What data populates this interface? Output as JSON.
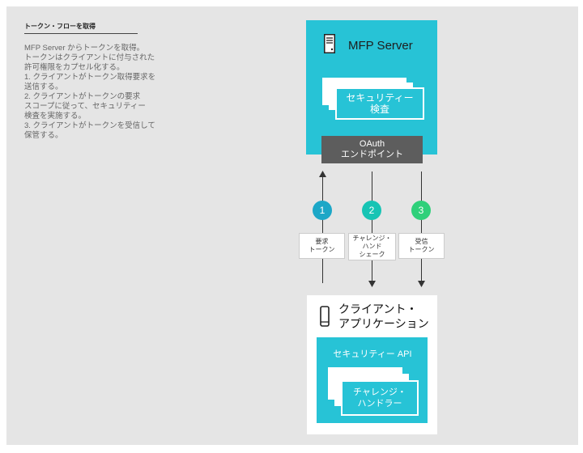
{
  "title": "トークン・フローを取得",
  "description": [
    "MFP Server からトークンを取得。",
    "トークンはクライアントに付与された",
    "許可権限をカプセル化する。",
    "1. クライアントがトークン取得要求を",
    "送信する。",
    "2. クライアントがトークンの要求",
    "スコープに従って、セキュリティー",
    "検査を実施する。",
    "3. クライアントがトークンを受信して",
    "保管する。"
  ],
  "server": {
    "label": "MFP Server",
    "icon": "server-icon",
    "security_check": [
      "セキュリティー",
      "検査"
    ],
    "endpoint": [
      "OAuth",
      "エンドポイント"
    ]
  },
  "steps": [
    {
      "number": "1",
      "label": [
        "要求",
        "トークン"
      ],
      "color": "#1ca7c7"
    },
    {
      "number": "2",
      "label": [
        "チャレンジ・",
        "ハンド",
        "シェーク"
      ],
      "color": "#17c4b4"
    },
    {
      "number": "3",
      "label": [
        "受信",
        "トークン"
      ],
      "color": "#2fd07a"
    }
  ],
  "client": {
    "title": [
      "クライアント・",
      "アプリケーション"
    ],
    "icon": "mobile-phone-icon",
    "api_label": "セキュリティー API",
    "challenge_handler": [
      "チャレンジ・",
      "ハンドラー"
    ]
  },
  "colors": {
    "accent": "#27c3d6",
    "endpoint": "#5d5d5d",
    "background": "#e5e5e5"
  }
}
